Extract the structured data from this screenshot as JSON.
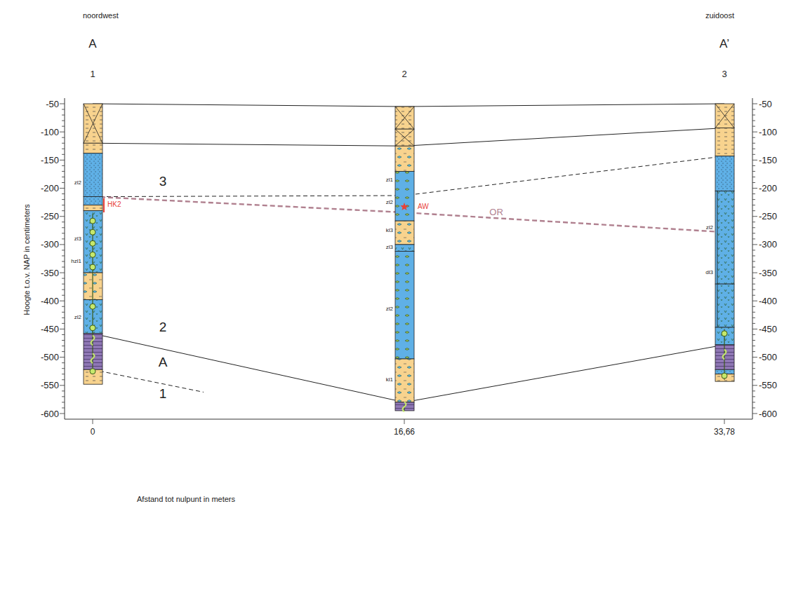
{
  "diagram": {
    "labels": [
      "noordwest",
      "zuidoost",
      "A",
      "A’",
      "1",
      "2",
      "3",
      "-50",
      "-100",
      "-150",
      "-200",
      "-250",
      "-300",
      "-350",
      "-400",
      "-450",
      "-500",
      "-550",
      "-600",
      "-50",
      "-100",
      "-150",
      "-200",
      "-250",
      "-300",
      "-350",
      "-400",
      "-450",
      "-500",
      "-550",
      "-600",
      "Hoogte t.o.v. NAP in centimeters",
      "0",
      "16,66",
      "33,78",
      "Afstand tot nulpunt in meters",
      "3",
      "2",
      "A",
      "1",
      "zl2",
      "zl3",
      "hzl1",
      "zl2",
      "zl1",
      "zl2",
      "kl3",
      "zl3",
      "zl2",
      "kl1",
      "zl2",
      "dl3",
      "HK2",
      "AW",
      "OR"
    ]
  }
}
